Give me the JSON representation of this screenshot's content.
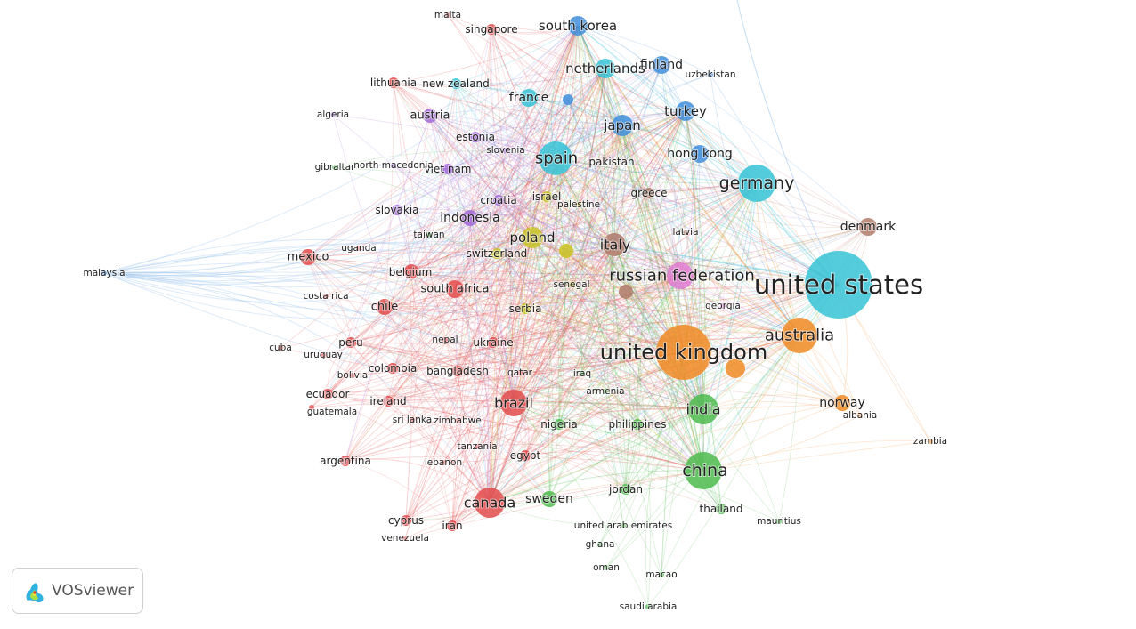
{
  "app": {
    "name": "VOSviewer"
  },
  "cluster_colors": {
    "red": "#e24b4b",
    "green": "#4dbb4d",
    "blue": "#3f8edc",
    "yellow": "#c9c322",
    "purple": "#a36ad8",
    "cyan": "#36c3d6",
    "orange": "#f08a24",
    "brown": "#b07a6a",
    "pink": "#e07ad0"
  },
  "nodes": [
    {
      "label": "united states",
      "cluster": "cyan",
      "weight": 10
    },
    {
      "label": "united kingdom",
      "cluster": "orange",
      "weight": 8
    },
    {
      "label": "russian federation",
      "cluster": "pink",
      "weight": 6
    },
    {
      "label": "australia",
      "cluster": "orange",
      "weight": 6
    },
    {
      "label": "germany",
      "cluster": "cyan",
      "weight": 6
    },
    {
      "label": "china",
      "cluster": "green",
      "weight": 6
    },
    {
      "label": "india",
      "cluster": "green",
      "weight": 5
    },
    {
      "label": "canada",
      "cluster": "red",
      "weight": 5
    },
    {
      "label": "brazil",
      "cluster": "red",
      "weight": 5
    },
    {
      "label": "spain",
      "cluster": "cyan",
      "weight": 5
    },
    {
      "label": "italy",
      "cluster": "brown",
      "weight": 4
    },
    {
      "label": "poland",
      "cluster": "yellow",
      "weight": 4
    },
    {
      "label": "netherlands",
      "cluster": "cyan",
      "weight": 4
    },
    {
      "label": "south korea",
      "cluster": "blue",
      "weight": 4
    },
    {
      "label": "japan",
      "cluster": "blue",
      "weight": 4
    },
    {
      "label": "turkey",
      "cluster": "blue",
      "weight": 4
    },
    {
      "label": "hong kong",
      "cluster": "blue",
      "weight": 3
    },
    {
      "label": "france",
      "cluster": "cyan",
      "weight": 3
    },
    {
      "label": "finland",
      "cluster": "blue",
      "weight": 3
    },
    {
      "label": "norway",
      "cluster": "orange",
      "weight": 3
    },
    {
      "label": "denmark",
      "cluster": "brown",
      "weight": 3
    },
    {
      "label": "sweden",
      "cluster": "green",
      "weight": 3
    },
    {
      "label": "mexico",
      "cluster": "red",
      "weight": 3
    },
    {
      "label": "chile",
      "cluster": "red",
      "weight": 3
    },
    {
      "label": "south africa",
      "cluster": "red",
      "weight": 3
    },
    {
      "label": "indonesia",
      "cluster": "purple",
      "weight": 3
    },
    {
      "label": "austria",
      "cluster": "purple",
      "weight": 3
    },
    {
      "label": "new zealand",
      "cluster": "cyan",
      "weight": 2
    },
    {
      "label": "pakistan",
      "cluster": "blue",
      "weight": 2
    },
    {
      "label": "israel",
      "cluster": "yellow",
      "weight": 2
    },
    {
      "label": "greece",
      "cluster": "brown",
      "weight": 2
    },
    {
      "label": "switzerland",
      "cluster": "yellow",
      "weight": 2
    },
    {
      "label": "belgium",
      "cluster": "red",
      "weight": 2
    },
    {
      "label": "ireland",
      "cluster": "red",
      "weight": 2
    },
    {
      "label": "colombia",
      "cluster": "red",
      "weight": 2
    },
    {
      "label": "argentina",
      "cluster": "red",
      "weight": 2
    },
    {
      "label": "iran",
      "cluster": "red",
      "weight": 2
    },
    {
      "label": "ukraine",
      "cluster": "red",
      "weight": 2
    },
    {
      "label": "bangladesh",
      "cluster": "red",
      "weight": 2
    },
    {
      "label": "peru",
      "cluster": "red",
      "weight": 2
    },
    {
      "label": "ecuador",
      "cluster": "red",
      "weight": 2
    },
    {
      "label": "thailand",
      "cluster": "green",
      "weight": 2
    },
    {
      "label": "nigeria",
      "cluster": "green",
      "weight": 2
    },
    {
      "label": "philippines",
      "cluster": "green",
      "weight": 2
    },
    {
      "label": "jordan",
      "cluster": "green",
      "weight": 2
    },
    {
      "label": "egypt",
      "cluster": "red",
      "weight": 2
    },
    {
      "label": "cyprus",
      "cluster": "red",
      "weight": 2
    },
    {
      "label": "serbia",
      "cluster": "yellow",
      "weight": 2
    },
    {
      "label": "slovakia",
      "cluster": "purple",
      "weight": 2
    },
    {
      "label": "estonia",
      "cluster": "purple",
      "weight": 2
    },
    {
      "label": "croatia",
      "cluster": "purple",
      "weight": 2
    },
    {
      "label": "viet nam",
      "cluster": "purple",
      "weight": 2
    },
    {
      "label": "lithuania",
      "cluster": "red",
      "weight": 2
    },
    {
      "label": "singapore",
      "cluster": "red",
      "weight": 2
    },
    {
      "label": "united arab emirates",
      "cluster": "green",
      "weight": 1
    },
    {
      "label": "latvia",
      "cluster": "brown",
      "weight": 1
    },
    {
      "label": "georgia",
      "cluster": "pink",
      "weight": 1
    },
    {
      "label": "armenia",
      "cluster": "green",
      "weight": 1
    },
    {
      "label": "iraq",
      "cluster": "green",
      "weight": 1
    },
    {
      "label": "qatar",
      "cluster": "red",
      "weight": 1
    },
    {
      "label": "nepal",
      "cluster": "red",
      "weight": 1
    },
    {
      "label": "sri lanka",
      "cluster": "red",
      "weight": 1
    },
    {
      "label": "zimbabwe",
      "cluster": "red",
      "weight": 1
    },
    {
      "label": "tanzania",
      "cluster": "red",
      "weight": 1
    },
    {
      "label": "lebanon",
      "cluster": "red",
      "weight": 1
    },
    {
      "label": "uganda",
      "cluster": "red",
      "weight": 1
    },
    {
      "label": "taiwan",
      "cluster": "green",
      "weight": 1
    },
    {
      "label": "senegal",
      "cluster": "yellow",
      "weight": 1
    },
    {
      "label": "palestine",
      "cluster": "yellow",
      "weight": 1
    },
    {
      "label": "slovenia",
      "cluster": "purple",
      "weight": 1
    },
    {
      "label": "uzbekistan",
      "cluster": "blue",
      "weight": 1
    },
    {
      "label": "malta",
      "cluster": "red",
      "weight": 1
    },
    {
      "label": "algeria",
      "cluster": "purple",
      "weight": 1
    },
    {
      "label": "gibraltar",
      "cluster": "green",
      "weight": 1
    },
    {
      "label": "north macedonia",
      "cluster": "purple",
      "weight": 1
    },
    {
      "label": "malaysia",
      "cluster": "blue",
      "weight": 1
    },
    {
      "label": "costa rica",
      "cluster": "red",
      "weight": 1
    },
    {
      "label": "cuba",
      "cluster": "red",
      "weight": 1
    },
    {
      "label": "uruguay",
      "cluster": "red",
      "weight": 1
    },
    {
      "label": "bolivia",
      "cluster": "red",
      "weight": 1
    },
    {
      "label": "guatemala",
      "cluster": "red",
      "weight": 1
    },
    {
      "label": "venezuela",
      "cluster": "red",
      "weight": 1
    },
    {
      "label": "ghana",
      "cluster": "green",
      "weight": 1
    },
    {
      "label": "oman",
      "cluster": "green",
      "weight": 1
    },
    {
      "label": "macao",
      "cluster": "green",
      "weight": 1
    },
    {
      "label": "saudi arabia",
      "cluster": "green",
      "weight": 1
    },
    {
      "label": "mauritius",
      "cluster": "green",
      "weight": 1
    },
    {
      "label": "zambia",
      "cluster": "orange",
      "weight": 1
    },
    {
      "label": "albania",
      "cluster": "orange",
      "weight": 1
    }
  ]
}
